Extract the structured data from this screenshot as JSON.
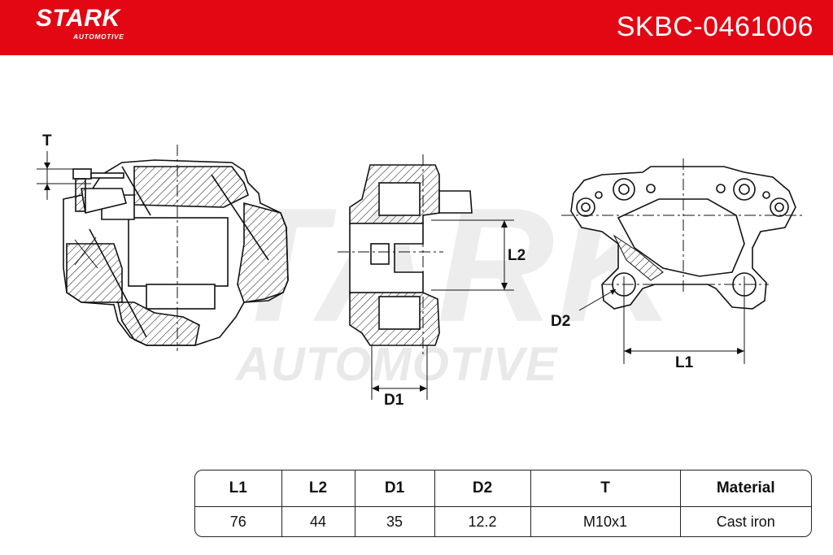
{
  "header": {
    "brand_main": "STARK",
    "brand_sub": "AUTOMOTIVE",
    "part_number": "SKBC-0461006",
    "background_color": "#e30613"
  },
  "watermark": {
    "text": "AUTOMOTIVE"
  },
  "dimension_labels": {
    "t": "T",
    "l2": "L2",
    "d1": "D1",
    "d2": "D2",
    "l1": "L1"
  },
  "spec_table": {
    "headers": [
      "L1",
      "L2",
      "D1",
      "D2",
      "T",
      "Material"
    ],
    "values": [
      "76",
      "44",
      "35",
      "12.2",
      "M10x1",
      "Cast iron"
    ]
  }
}
